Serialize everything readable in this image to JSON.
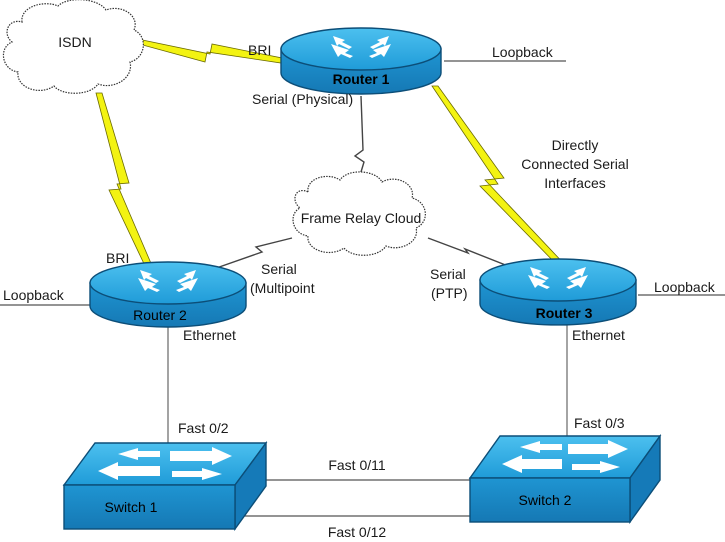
{
  "colors": {
    "device_top": "#2aa6df",
    "device_side": "#1a86c5",
    "device_edge": "#0c4e78",
    "wan_link": "#f3f312",
    "link_line": "#555555",
    "cloud_fill": "#ffffff"
  },
  "clouds": {
    "isdn": "ISDN",
    "frame_relay": "Frame Relay Cloud"
  },
  "devices": {
    "router1": "Router 1",
    "router2": "Router 2",
    "router3": "Router 3",
    "switch1": "Switch 1",
    "switch2": "Switch 2"
  },
  "labels": {
    "r1_bri": "BRI",
    "r1_loopback": "Loopback",
    "r1_serial": "Serial (Physical)",
    "direct_line1": "Directly",
    "direct_line2": "Connected Serial",
    "direct_line3": "Interfaces",
    "r2_bri": "BRI",
    "r2_loopback": "Loopback",
    "r2_serial_line1": "Serial",
    "r2_serial_line2": "(Multipoint",
    "r2_ethernet": "Ethernet",
    "r3_serial_line1": "Serial",
    "r3_serial_line2": "(PTP)",
    "r3_loopback": "Loopback",
    "r3_ethernet": "Ethernet",
    "sw1_port": "Fast 0/2",
    "sw2_port": "Fast 0/3",
    "link_fast11": "Fast 0/11",
    "link_fast12": "Fast 0/12"
  },
  "icons": {
    "router": "router-icon",
    "switch": "switch-icon",
    "cloud": "cloud-icon"
  }
}
